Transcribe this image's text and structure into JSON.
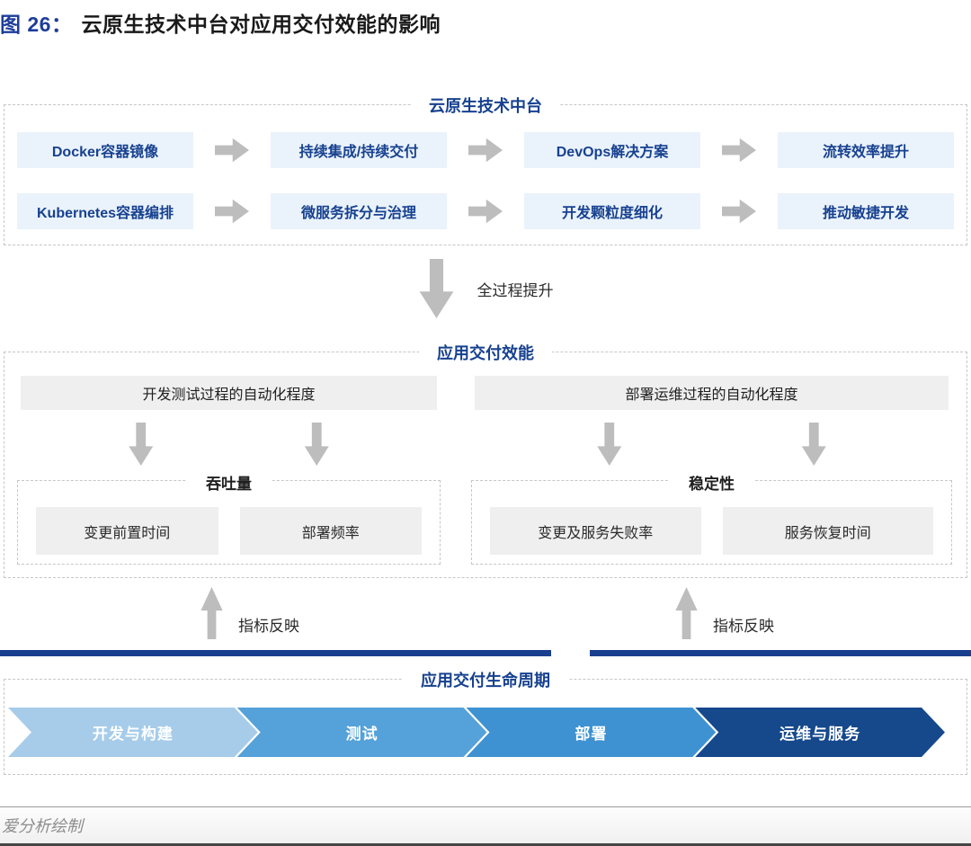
{
  "title": {
    "figure_label": "图 26：",
    "text": "云原生技术中台对应用交付效能的影响"
  },
  "platform": {
    "title": "云原生技术中台",
    "rows": [
      [
        "Docker容器镜像",
        "持续集成/持续交付",
        "DevOps解决方案",
        "流转效率提升"
      ],
      [
        "Kubernetes容器编排",
        "微服务拆分与治理",
        "开发颗粒度细化",
        "推动敏捷开发"
      ]
    ]
  },
  "transition": {
    "label": "全过程提升"
  },
  "efficiency": {
    "title": "应用交付效能",
    "columns": [
      {
        "header": "开发测试过程的自动化程度",
        "group_title": "吞吐量",
        "metrics": [
          "变更前置时间",
          "部署频率"
        ]
      },
      {
        "header": "部署运维过程的自动化程度",
        "group_title": "稳定性",
        "metrics": [
          "变更及服务失败率",
          "服务恢复时间"
        ]
      }
    ]
  },
  "feedback": {
    "label": "指标反映"
  },
  "lifecycle": {
    "title": "应用交付生命周期",
    "stages": [
      {
        "label": "开发与构建",
        "color": "#a6ccea",
        "text_color": "#ffffff"
      },
      {
        "label": "测试",
        "color": "#55a1d9",
        "text_color": "#ffffff"
      },
      {
        "label": "部署",
        "color": "#3e92d1",
        "text_color": "#ffffff"
      },
      {
        "label": "运维与服务",
        "color": "#16488c",
        "text_color": "#ffffff"
      }
    ]
  },
  "footer": {
    "credit": "爱分析绘制"
  },
  "colors": {
    "figure_label_blue": "#1c3d99",
    "section_title_blue": "#17418f",
    "step_box_bg": "#eaf2fb",
    "step_box_text": "#17418f",
    "gray_bar_bg": "#efefef",
    "metric_box_bg": "#f0efef",
    "arrow_gray": "#bdbdbd",
    "divider_navy": "#1b3f8f"
  }
}
